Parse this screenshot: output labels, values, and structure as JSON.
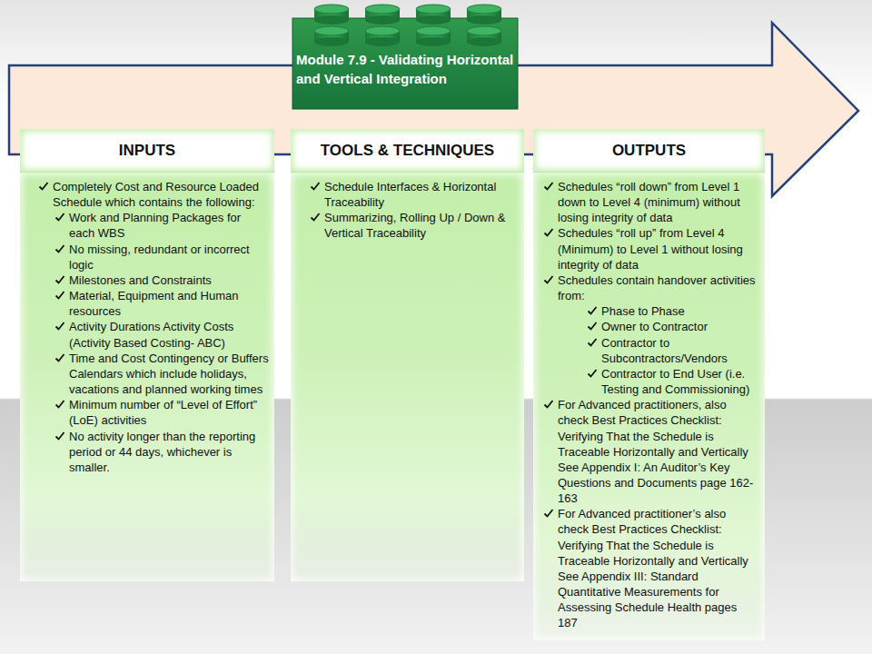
{
  "diagram": {
    "nodes": [
      {
        "text": [
          "Module 7.9 - Validating Horizontal and Vertical Integration"
        ]
      },
      {
        "text": [
          "INPUTS",
          "Completely Cost and Resource Loaded Schedule which contains the following:",
          "Work and Planning Packages for each WBS",
          "No missing, redundant or incorrect logic",
          "Milestones and Constraints",
          "Material, Equipment and Human resources",
          "Activity Durations Activity Costs (Activity Based Costing- ABC)",
          "Time and Cost Contingency or Buffers Calendars which include holidays, vacations and planned working times",
          "Minimum number of “Level of Effort” (LoE) activities",
          "No activity longer than the reporting period or 44 days, whichever is smaller."
        ]
      },
      {
        "text": [
          "TOOLS & TECHNIQUES",
          "Schedule Interfaces & Horizontal Traceability",
          "Summarizing, Rolling Up / Down & Vertical Traceability"
        ]
      },
      {
        "text": [
          "OUTPUTS",
          "Schedules “roll down” from Level 1 down to Level 4 (minimum) without losing integrity of data",
          "Schedules “roll up” from Level 4 (Minimum) to Level 1 without losing integrity of data",
          "Schedules contain handover activities from:",
          "Phase to Phase",
          "Owner to Contractor",
          "Contractor to Subcontractors/Vendors",
          "Contractor to End User (i.e. Testing and Commissioning)",
          "For Advanced practitioners, also check Best Practices Checklist: Verifying That the Schedule is Traceable Horizontally and Vertically See Appendix I: An Auditor’s Key Questions and Documents page 162-163",
          "For Advanced practitioner’s also check Best Practices Checklist: Verifying That the Schedule is Traceable Horizontally and Vertically See Appendix III: Standard Quantitative Measurements for Assessing Schedule Health pages 187"
        ]
      }
    ]
  }
}
